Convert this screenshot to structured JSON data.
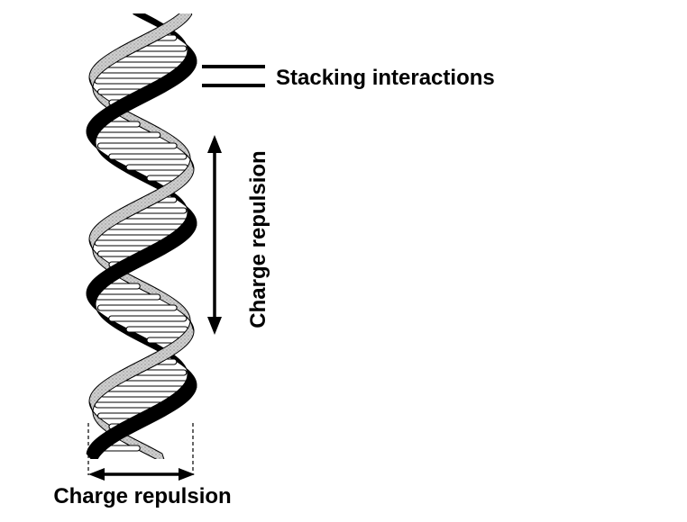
{
  "labels": {
    "stacking": "Stacking interactions",
    "charge_vertical": "Charge repulsion",
    "charge_horizontal": "Charge repulsion"
  },
  "colors": {
    "ink": "#000000",
    "backbone_shade": "#b8b8b8",
    "background": "#ffffff"
  }
}
